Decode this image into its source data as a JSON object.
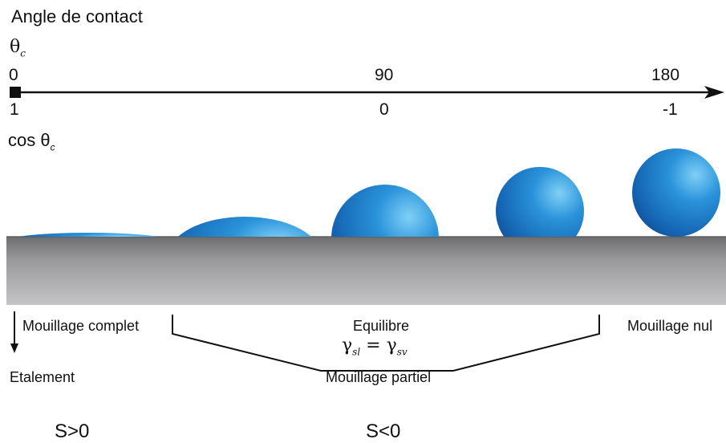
{
  "title": "Angle de contact",
  "theta_symbol": "θ",
  "theta_sub": "c",
  "cos_symbol": "cos θ",
  "cos_sub": "c",
  "angle_ticks": [
    "0",
    "90",
    "180"
  ],
  "cos_ticks": [
    "1",
    "0",
    "-1"
  ],
  "labels": {
    "complete": "Mouillage complet",
    "equilibrium": "Equilibre",
    "null": "Mouillage nul",
    "spreading": "Etalement",
    "partial": "Mouillage partiel",
    "s_positive": "S>0",
    "s_negative": "S<0"
  },
  "equation": {
    "gamma": "γ",
    "sub_left": "sl",
    "equals": "=",
    "sub_right": "sv"
  },
  "colors": {
    "droplet": "#1f7fcf",
    "substrate_top": "#8f8f91",
    "substrate_bottom": "#c6c6c8",
    "axis": "#111111"
  }
}
